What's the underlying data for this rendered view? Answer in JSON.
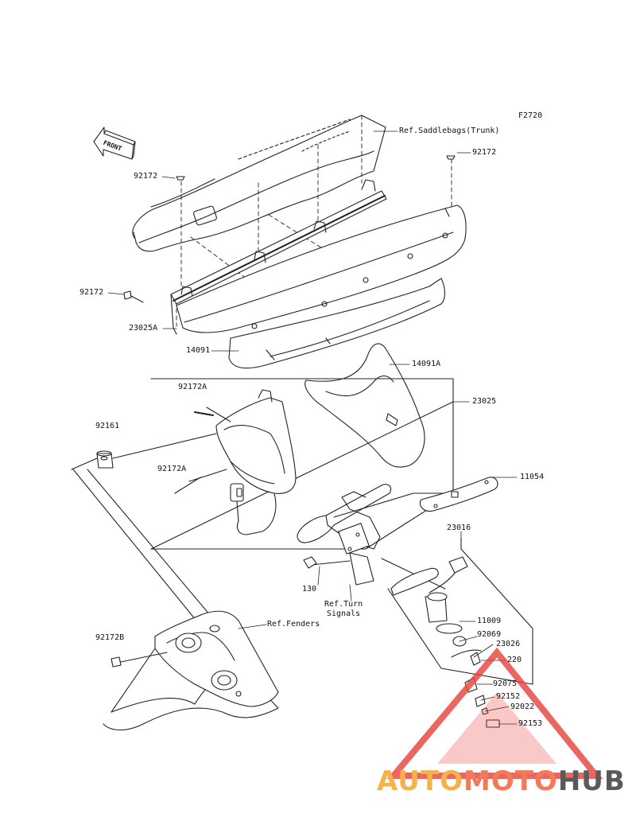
{
  "diagram_id": "F2720",
  "front_label": "FRONT",
  "labels": {
    "ref_saddlebags": "Ref.Saddlebags(Trunk)",
    "p92172_a": "92172",
    "p92172_b": "92172",
    "p92172_c": "92172",
    "p23025A": "23025A",
    "p14091": "14091",
    "p14091A": "14091A",
    "p23025": "23025",
    "p92172A_a": "92172A",
    "p92172A_b": "92172A",
    "p92161": "92161",
    "p11054": "11054",
    "p23016": "23016",
    "p130": "130",
    "ref_turn_signals": "Ref.Turn\nSignals",
    "p11009": "11009",
    "p92069": "92069",
    "p23026": "23026",
    "p220": "220",
    "p92075": "92075",
    "p92152": "92152",
    "p92022": "92022",
    "p92153": "92153",
    "ref_fenders": "Ref.Fenders",
    "p92172B": "92172B"
  },
  "watermark": {
    "part1": "AUTO",
    "part2": "MOTO",
    "part3": "HUB",
    "colors": {
      "yellow": "#f6b24a",
      "red": "#e8403a",
      "gray": "#5a5a5a"
    }
  }
}
